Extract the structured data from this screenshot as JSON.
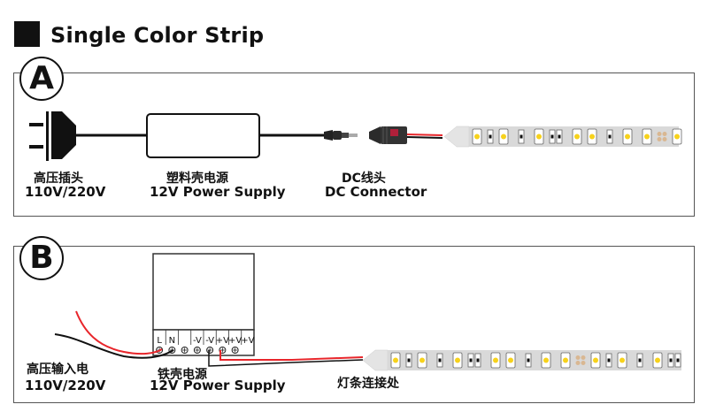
{
  "header": {
    "title": "Single Color Strip",
    "marker_icon": "black-square"
  },
  "panel_a": {
    "badge": "A",
    "plug": {
      "label_zh": "高压插头",
      "label_en": "110V/220V",
      "icon": "power-plug"
    },
    "psu": {
      "label_zh": "塑料壳电源",
      "label_en": "12V Power Supply",
      "icon": "plastic-power-adapter"
    },
    "connector": {
      "label_zh": "DC线头",
      "label_en": "DC Connector",
      "icon": "dc-jack-connector"
    },
    "strip": {
      "icon": "led-strip"
    }
  },
  "panel_b": {
    "badge": "B",
    "input": {
      "label_zh": "高压输入电",
      "label_en": "110V/220V"
    },
    "psu": {
      "label_zh": "铁壳电源",
      "label_en": "12V Power Supply",
      "icon": "metal-case-power-supply",
      "terminals": [
        "L",
        "N",
        "",
        "-V",
        "-V",
        "+V",
        "+V",
        "+V"
      ]
    },
    "strip_joint": {
      "label_zh": "灯条连接处"
    },
    "strip": {
      "icon": "led-strip"
    }
  },
  "colors": {
    "wire_red": "#e8262b",
    "wire_black": "#111111",
    "strip_body": "#d9d9d9",
    "led_yellow": "#f7d21c",
    "strip_end": "#e4e4e4"
  }
}
